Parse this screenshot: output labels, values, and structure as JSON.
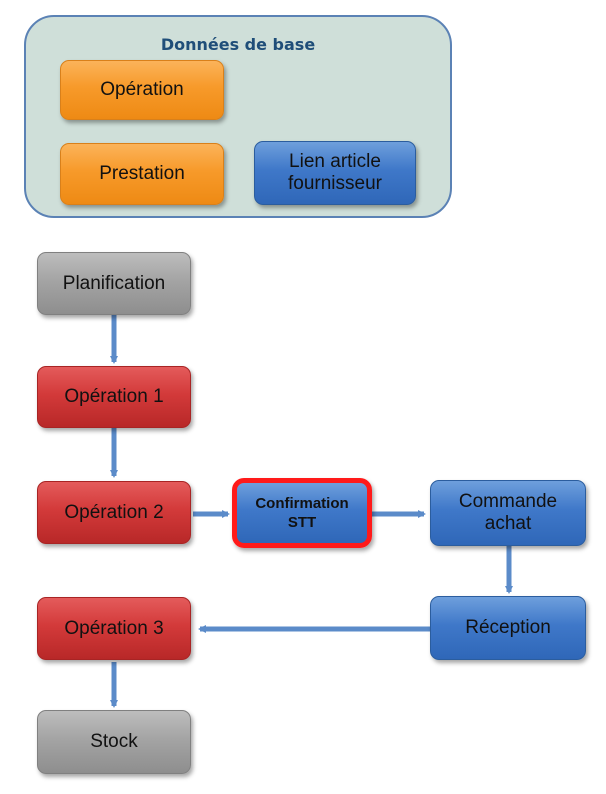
{
  "group": {
    "title": "Données de base"
  },
  "base_nodes": {
    "operation": "Opération",
    "prestation": "Prestation",
    "lien_article": [
      "Lien article",
      "fournisseur"
    ]
  },
  "flow_nodes": {
    "planification": "Planification",
    "operation1": "Opération 1",
    "operation2": "Opération 2",
    "confirmation": [
      "Confirmation",
      "STT"
    ],
    "commande": [
      "Commande",
      "achat"
    ],
    "reception": "Réception",
    "operation3": "Opération 3",
    "stock": "Stock"
  },
  "colors": {
    "orange": "#f79a2a",
    "blue": "#3f78c9",
    "red": "#d33a3a",
    "gray": "#a4a4a4",
    "highlight": "#ff1a1a",
    "connector": "#5b8bc9",
    "group_bg": "#cfdfd9"
  }
}
